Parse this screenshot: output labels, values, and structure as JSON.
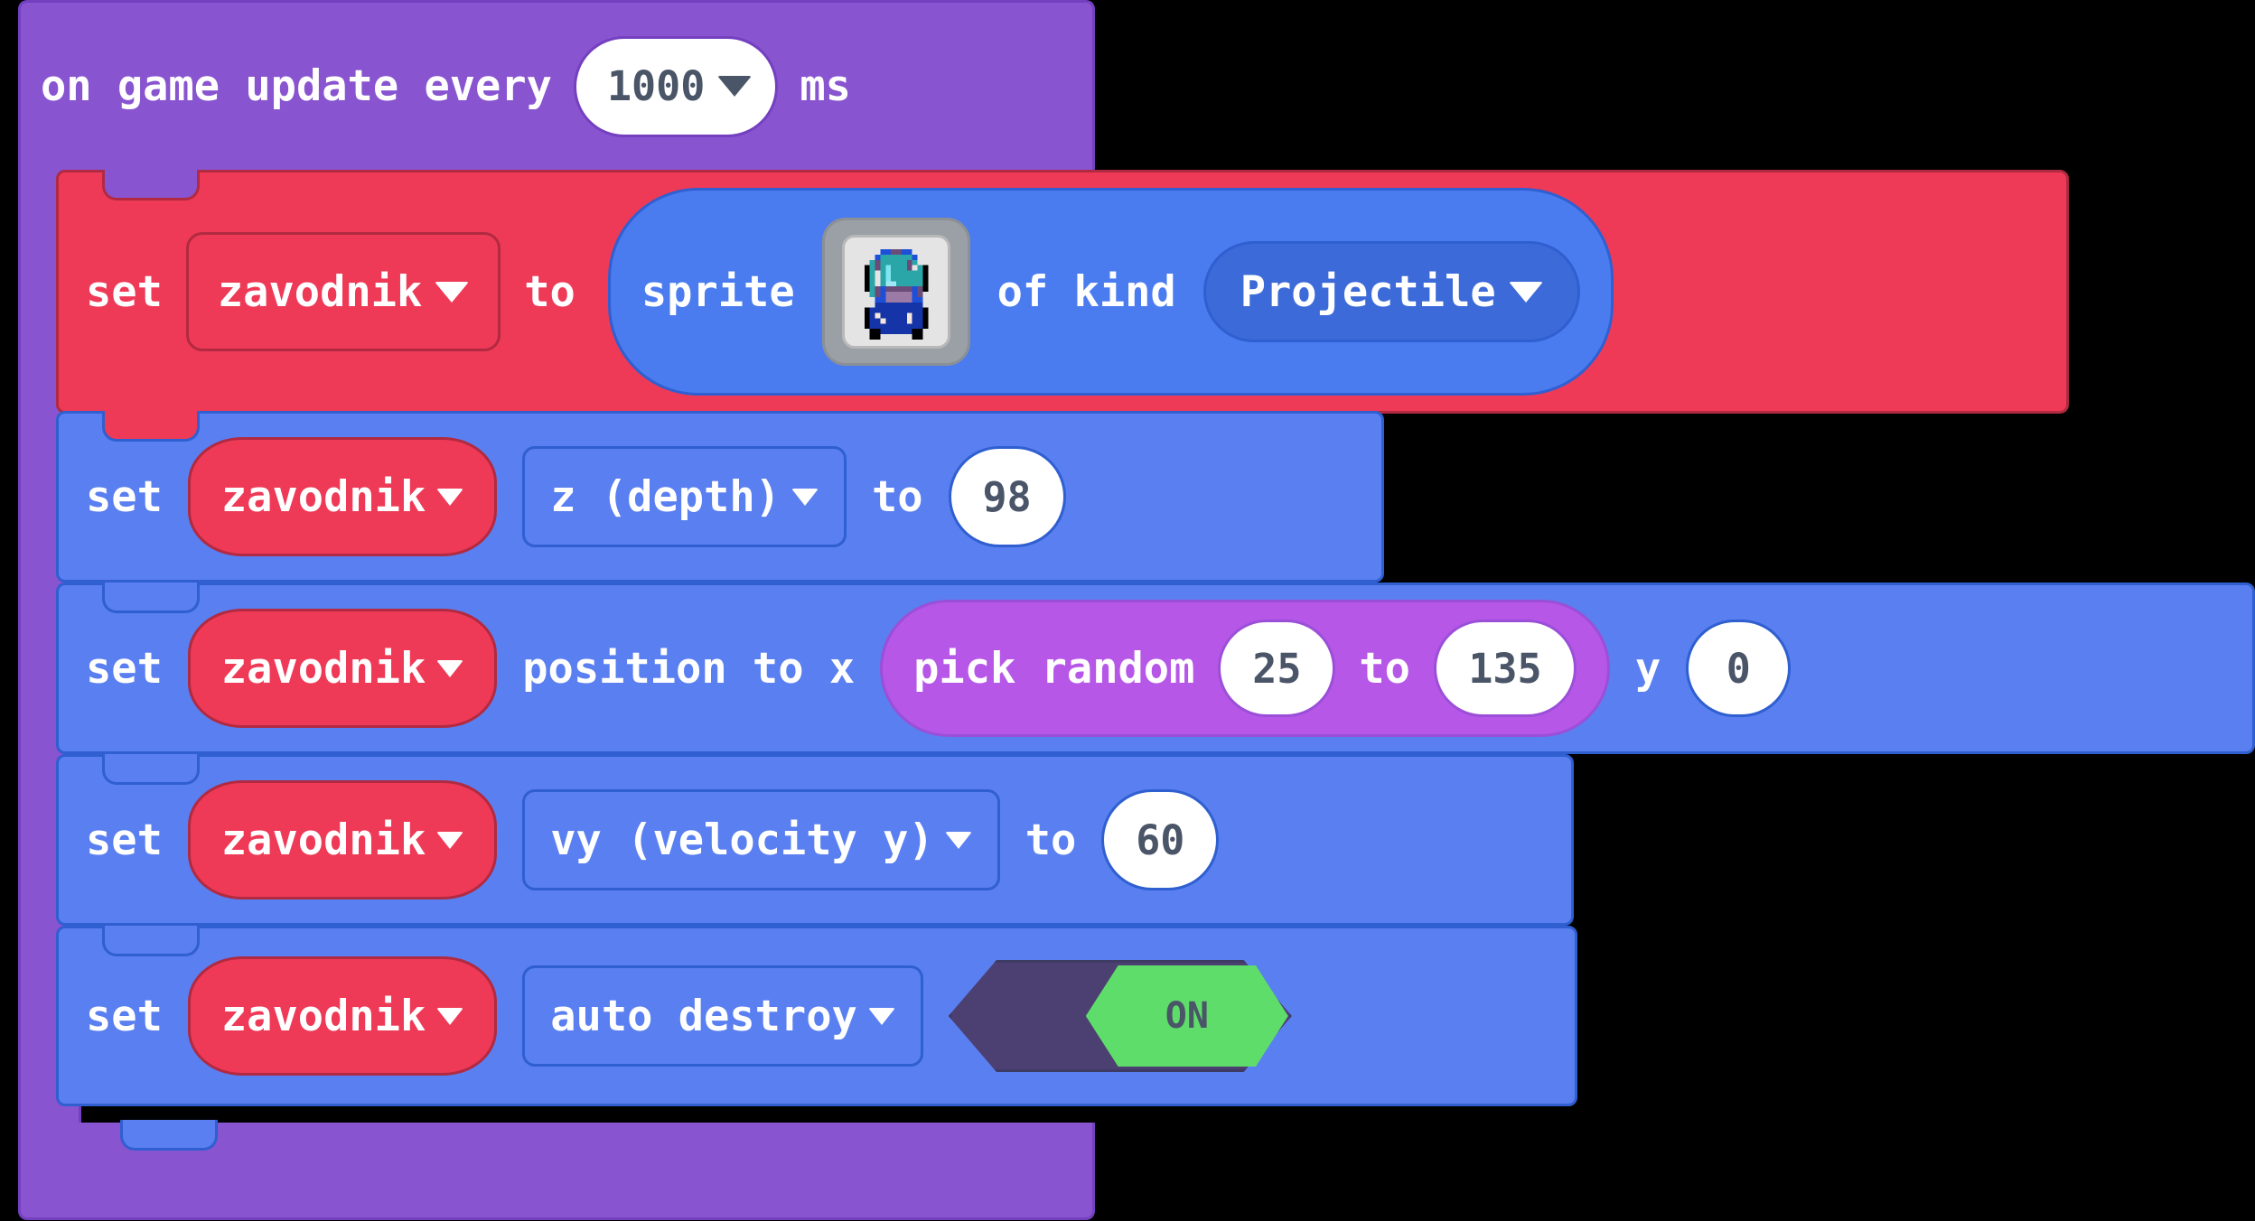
{
  "editor": {
    "background_color": "#000000",
    "canvas_name": "makecode-arcade-blocks-workspace"
  },
  "event_block": {
    "color": "#8854d0",
    "text_before": "on game update every",
    "interval_value": "1000",
    "text_after": "ms",
    "dropdown_icon": "chevron-down-icon"
  },
  "statements": [
    {
      "id": "set-sprite",
      "color": "#ee3a57",
      "keyword": "set",
      "variable": "zavodnik",
      "to_label": "to",
      "reporter": {
        "color": "#4a7cf0",
        "label": "sprite",
        "image_name": "car-sprite-thumbnail",
        "of_kind_label": "of kind",
        "kind_value": "Projectile",
        "kind_color": "#3c6ad8"
      }
    },
    {
      "id": "set-z-depth",
      "color": "#5a7ff0",
      "keyword": "set",
      "variable": "zavodnik",
      "property": "z (depth)",
      "to_label": "to",
      "value": "98"
    },
    {
      "id": "set-position",
      "color": "#5a7ff0",
      "keyword": "set",
      "variable": "zavodnik",
      "property_text": "position to x",
      "pick_random": {
        "color": "#b657e8",
        "label": "pick random",
        "min": "25",
        "to_label": "to",
        "max": "135"
      },
      "y_label": "y",
      "y_value": "0"
    },
    {
      "id": "set-vy",
      "color": "#5a7ff0",
      "keyword": "set",
      "variable": "zavodnik",
      "property": "vy (velocity y)",
      "to_label": "to",
      "value": "60"
    },
    {
      "id": "set-auto-destroy",
      "color": "#5a7ff0",
      "keyword": "set",
      "variable": "zavodnik",
      "property": "auto destroy",
      "toggle": {
        "state_label": "ON",
        "on_color": "#5fdd6a",
        "track_color": "#4c4073"
      }
    }
  ]
}
